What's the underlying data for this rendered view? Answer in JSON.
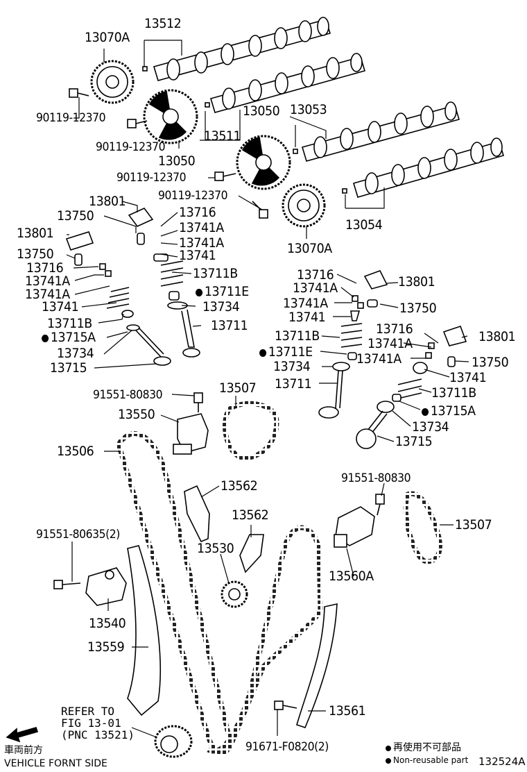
{
  "labels": {
    "p13070A_top": "13070A",
    "p13512": "13512",
    "p90119_a": "90119-12370",
    "p90119_b": "90119-12370",
    "p13050_a": "13050",
    "p13511": "13511",
    "p13050_b": "13050",
    "p13053": "13053",
    "p90119_c": "90119-12370",
    "p90119_d": "90119-12370",
    "p13054": "13054",
    "p13070A_bot": "13070A",
    "l13801_a": "13801",
    "l13750_a": "13750",
    "l13801_b": "13801",
    "l13750_b": "13750",
    "l13716_a": "13716",
    "l13741A_a": "13741A",
    "l13741A_b": "13741A",
    "l13741_a": "13741",
    "l13711B_a": "13711B",
    "l13715A": "13715A",
    "l13734_a": "13734",
    "l13715_a": "13715",
    "c13716": "13716",
    "c13741A_a": "13741A",
    "c13741A_b": "13741A",
    "c13741": "13741",
    "c13711B": "13711B",
    "c13711E": "13711E",
    "c13734": "13734",
    "c13711": "13711",
    "r13716_a": "13716",
    "r13801_a": "13801",
    "r13741A_a": "13741A",
    "r13741A_b": "13741A",
    "r13750_a": "13750",
    "r13741_a": "13741",
    "r13711B": "13711B",
    "r13711E": "13711E",
    "r13734_a": "13734",
    "r13711": "13711",
    "r13716_b": "13716",
    "r13801_b": "13801",
    "r13741A_c": "13741A",
    "r13741A_d": "13741A",
    "r13750_b": "13750",
    "r13741_b": "13741",
    "r13711B_b": "13711B",
    "r13715A": "13715A",
    "r13734_b": "13734",
    "r13715": "13715",
    "b91551_a": "91551-80830",
    "b13507_a": "13507",
    "b13550": "13550",
    "b13506": "13506",
    "b13562_a": "13562",
    "b13562_b": "13562",
    "b91551_b": "91551-80830",
    "b13507_b": "13507",
    "b91551_c": "91551-80635(2)",
    "b13530": "13530",
    "b13560A": "13560A",
    "b13540": "13540",
    "b13559": "13559",
    "b13561": "13561",
    "b91671": "91671-F0820(2)"
  },
  "refer": {
    "line1": "REFER TO",
    "line2": "FIG 13-01",
    "line3": "(PNC 13521)"
  },
  "direction": {
    "jp": "車両前方",
    "en": "VEHICLE FORNT SIDE"
  },
  "legend": {
    "jp": "再使用不可部品",
    "en": "Non-reusable part"
  },
  "figure_code": "132524A"
}
